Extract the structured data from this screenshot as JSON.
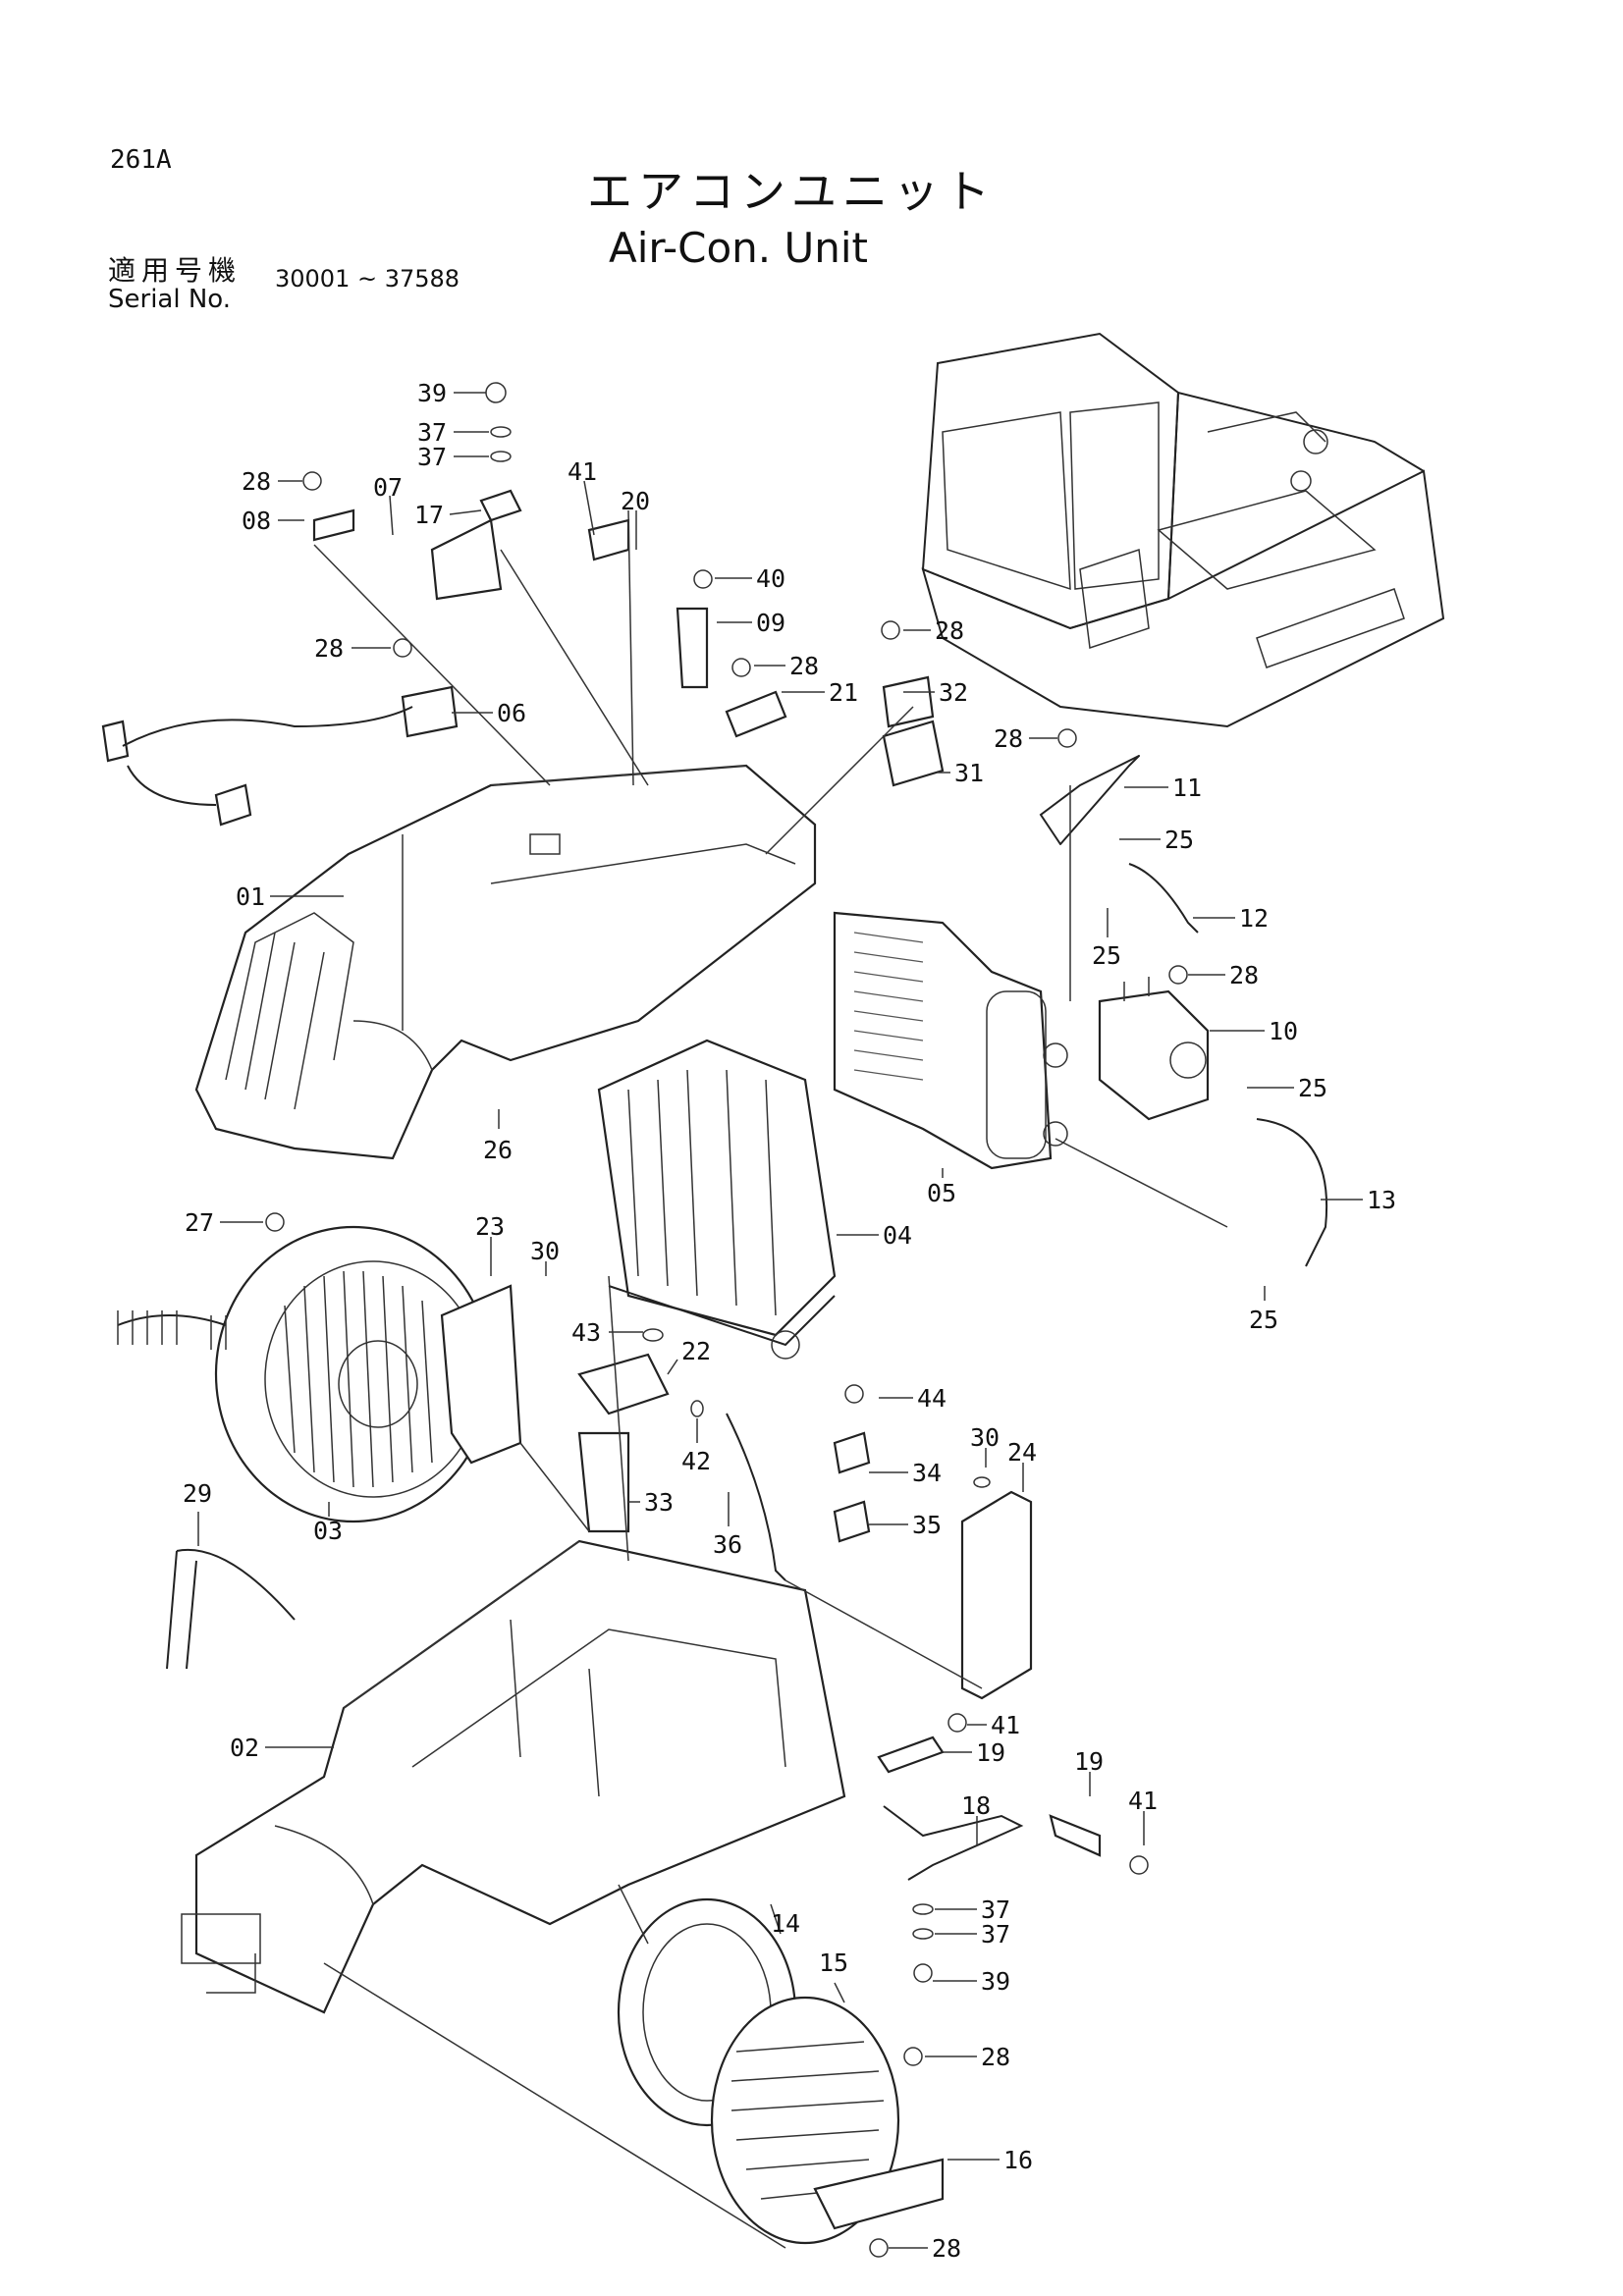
{
  "header": {
    "page_code": "261A",
    "title_jp": "エアコンユニット",
    "title_en": "Air-Con. Unit",
    "serial_label_jp": "適用号機",
    "serial_label_en": "Serial No.",
    "serial_range": "30001 ~ 37588"
  },
  "callouts": [
    "39",
    "37",
    "37",
    "28",
    "07",
    "41",
    "20",
    "08",
    "17",
    "40",
    "09",
    "28",
    "28",
    "21",
    "32",
    "28",
    "06",
    "28",
    "11",
    "31",
    "25",
    "01",
    "12",
    "25",
    "28",
    "10",
    "25",
    "26",
    "05",
    "13",
    "27",
    "23",
    "04",
    "30",
    "25",
    "43",
    "22",
    "44",
    "42",
    "30",
    "24",
    "34",
    "33",
    "29",
    "35",
    "03",
    "36",
    "41",
    "02",
    "19",
    "19",
    "18",
    "41",
    "37",
    "37",
    "39",
    "14",
    "15",
    "28",
    "16",
    "28"
  ]
}
